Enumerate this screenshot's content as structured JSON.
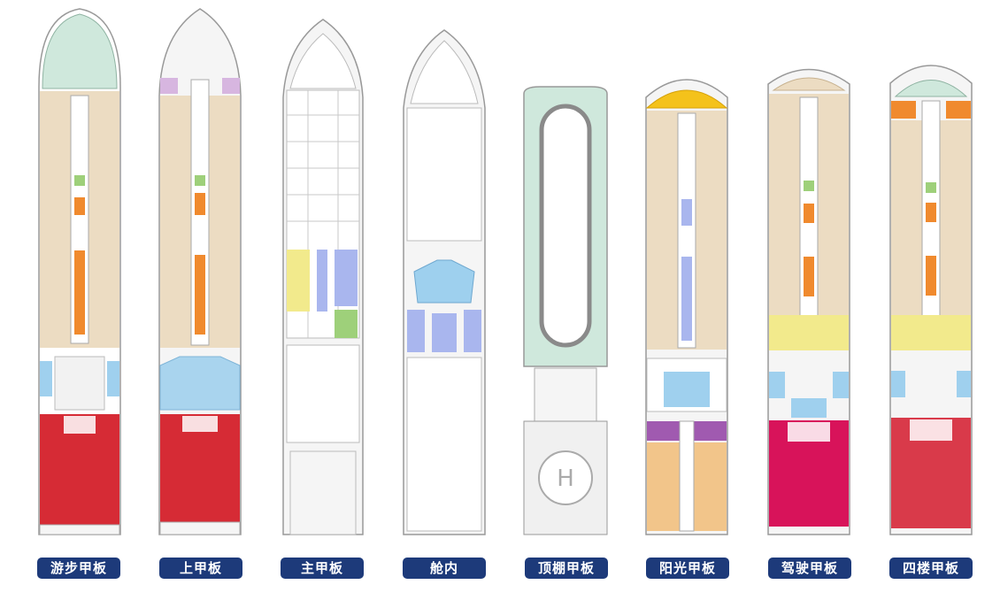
{
  "decks": [
    {
      "id": "promenade",
      "label": "游步甲板",
      "colors": {
        "bow": "#cfe8dc",
        "cabins": "#ecdcc2",
        "atrium": "#f2f2f2",
        "public": "#d62b35",
        "accent": "#f08a2e",
        "side": "#9fd0ee"
      }
    },
    {
      "id": "upper",
      "label": "上甲板",
      "colors": {
        "bow": "#f5f5f5",
        "cabins": "#ecdcc2",
        "atrium": "#a9d4ee",
        "public": "#d62b35",
        "accent": "#f08a2e",
        "side": "#9fd0ee"
      }
    },
    {
      "id": "main",
      "label": "主甲板",
      "colors": {
        "bow": "#f5f5f5",
        "cabins": "#ffffff",
        "public": "#ffffff",
        "yellow": "#f2ea8c",
        "blue": "#a9b6ee",
        "green": "#9ed07a"
      }
    },
    {
      "id": "cabin",
      "label": "舱内",
      "colors": {
        "bow": "#f5f5f5",
        "cabins": "#ffffff",
        "public": "#ffffff",
        "theater": "#9ed0ee",
        "blue": "#a9b6ee"
      }
    },
    {
      "id": "top",
      "label": "顶棚甲板",
      "colors": {
        "deck": "#cfe8dc",
        "track": "#8a8a8a",
        "helipad": "#f0f0f0"
      }
    },
    {
      "id": "sun",
      "label": "阳光甲板",
      "colors": {
        "bow": "#f4c21b",
        "cabins": "#ecdcc2",
        "purple": "#a05ab0",
        "stern": "#f2c58a",
        "blue": "#a9b6ee",
        "side": "#9fd0ee"
      }
    },
    {
      "id": "bridge",
      "label": "驾驶甲板",
      "colors": {
        "bow": "#ecdcc2",
        "cabins": "#ecdcc2",
        "public": "#d8135a",
        "yellow": "#f2ea8c",
        "accent": "#f08a2e",
        "side": "#9fd0ee"
      }
    },
    {
      "id": "fourth",
      "label": "四楼甲板",
      "colors": {
        "bow": "#cfe8dc",
        "cabins": "#ecdcc2",
        "public": "#d93a4a",
        "yellow": "#f2ea8c",
        "accent": "#f08a2e",
        "side": "#9fd0ee"
      }
    }
  ]
}
